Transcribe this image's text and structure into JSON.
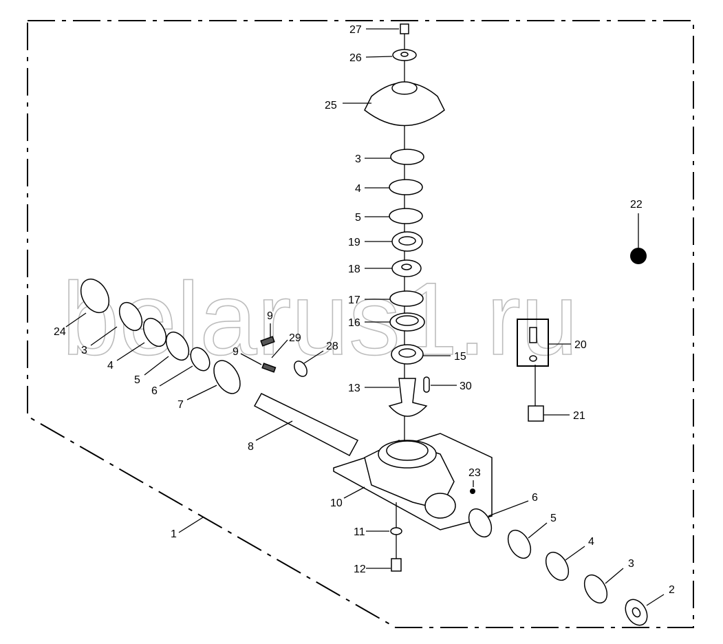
{
  "diagram": {
    "watermark": "belarus1.ru",
    "labels": [
      "27",
      "26",
      "25",
      "3",
      "4",
      "5",
      "19",
      "18",
      "17",
      "16",
      "15",
      "13",
      "30",
      "22",
      "20",
      "21",
      "24",
      "3",
      "4",
      "5",
      "6",
      "7",
      "8",
      "9",
      "29",
      "9",
      "28",
      "10",
      "23",
      "11",
      "12",
      "6",
      "5",
      "4",
      "3",
      "2",
      "1"
    ]
  }
}
